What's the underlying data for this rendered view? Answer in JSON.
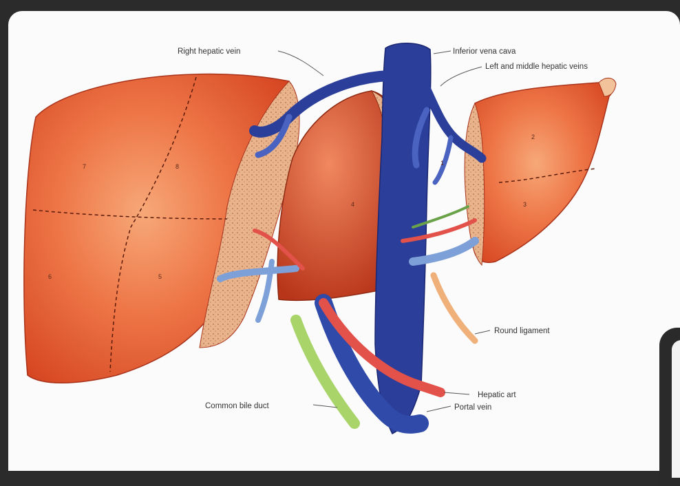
{
  "labels": {
    "right_hepatic_vein": "Right hepatic vein",
    "inferior_vena_cava": "Inferior vena cava",
    "left_middle_hepatic_veins": "Left and middle hepatic veins",
    "round_ligament": "Round ligament",
    "hepatic_art": "Hepatic art",
    "portal_vein": "Portal vein",
    "common_bile_duct": "Common bile duct"
  },
  "segments": {
    "s1": "1",
    "s2": "2",
    "s3": "3",
    "s4": "4",
    "s5": "5",
    "s6": "6",
    "s7": "7",
    "s8": "8"
  },
  "colors": {
    "liver": "#e8552c",
    "liver_light": "#f59a6a",
    "cut_surface": "#e7b28a",
    "vein": "#2b3e9a",
    "vein_light": "#7ea0d8",
    "artery": "#e2524a",
    "bile_duct": "#a9d46a",
    "ligament": "#f0b07a"
  }
}
